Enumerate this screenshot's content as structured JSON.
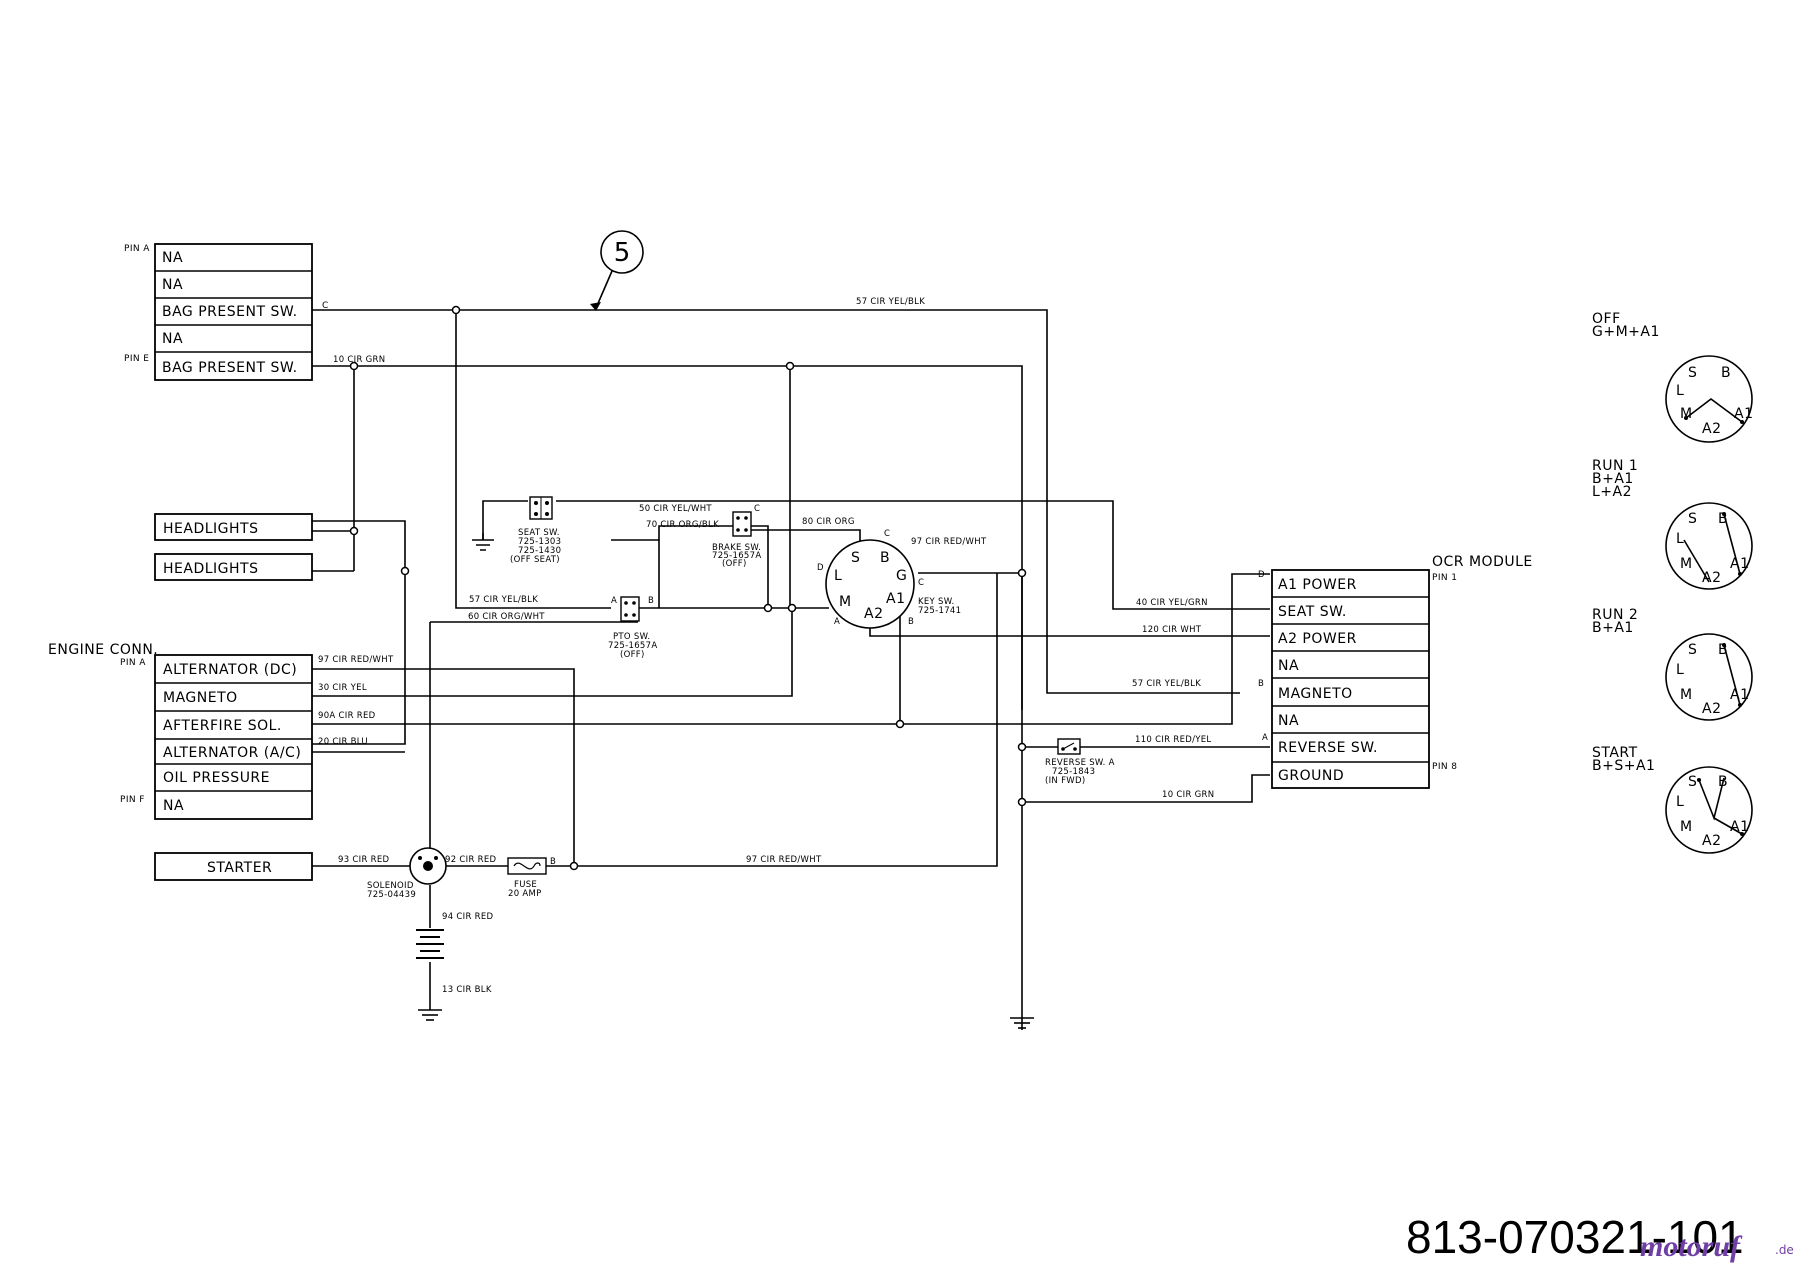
{
  "callout": "5",
  "part_number": "813-070321-101",
  "watermark": {
    "text": "motoruf",
    "suffix": ".de",
    "color": "#6f3fa6"
  },
  "top_connector": {
    "pin_a": "PIN A",
    "pin_e": "PIN E",
    "rows": [
      "NA",
      "NA",
      "BAG PRESENT SW.",
      "NA",
      "BAG PRESENT SW."
    ],
    "pin_c": "C"
  },
  "headlights": [
    "HEADLIGHTS",
    "HEADLIGHTS"
  ],
  "engine_connector": {
    "title": "ENGINE CONN.",
    "pin_a": "PIN A",
    "pin_f": "PIN F",
    "rows": [
      "ALTERNATOR (DC)",
      "MAGNETO",
      "AFTERFIRE SOL.",
      "ALTERNATOR (A/C)",
      "OIL PRESSURE",
      "NA"
    ]
  },
  "starter": "STARTER",
  "wires": {
    "w57_top": "57 CIR YEL/BLK",
    "w10_top": "10 CIR GRN",
    "w50": "50 CIR YEL/WHT",
    "w70": "70 CIR ORG/BLK",
    "w80": "80 CIR ORG",
    "w97_key": "97 CIR RED/WHT",
    "w57_pto": "57 CIR YEL/BLK",
    "w60": "60 CIR ORG/WHT",
    "w40": "40 CIR YEL/GRN",
    "w120": "120 CIR WHT",
    "w57_ocr": "57 CIR YEL/BLK",
    "w110": "110 CIR RED/YEL",
    "w10_gnd": "10 CIR GRN",
    "w97_eng": "97 CIR RED/WHT",
    "w30": "30 CIR YEL",
    "w90a": "90A CIR RED",
    "w20": "20 CIR BLU",
    "w93": "93 CIR RED",
    "w92": "92 CIR RED",
    "w97_bottom": "97 CIR RED/WHT",
    "w94": "94 CIR RED",
    "w13": "13 CIR BLK"
  },
  "components": {
    "seat_sw": [
      "SEAT SW.",
      "725-1303",
      "725-1430",
      "(OFF SEAT)"
    ],
    "brake_sw": [
      "BRAKE SW.",
      "725-1657A",
      "(OFF)"
    ],
    "pto_sw": [
      "PTO SW.",
      "725-1657A",
      "(OFF)"
    ],
    "key_sw": [
      "KEY SW.",
      "725-1741"
    ],
    "reverse_sw": [
      "REVERSE SW. A",
      "725-1843",
      "(IN FWD)"
    ],
    "solenoid": [
      "SOLENOID",
      "725-04439"
    ],
    "fuse": [
      "FUSE",
      "20 AMP"
    ]
  },
  "pin_letters": {
    "brake_c": "C",
    "pto_a": "A",
    "pto_b": "B",
    "key_d": "D",
    "key_c_top": "C",
    "key_c_right": "C",
    "key_a": "A",
    "key_b": "B",
    "ocr_d": "D",
    "ocr_b": "B",
    "ocr_a": "A",
    "fuse_b": "B"
  },
  "key_terminals": [
    "S",
    "B",
    "L",
    "G",
    "M",
    "A1",
    "A2"
  ],
  "ocr_module": {
    "title": "OCR MODULE",
    "pin_1": "PIN 1",
    "pin_8": "PIN 8",
    "rows": [
      "A1 POWER",
      "SEAT SW.",
      "A2 POWER",
      "NA",
      "MAGNETO",
      "NA",
      "REVERSE SW.",
      "GROUND"
    ]
  },
  "key_positions": [
    {
      "lines": [
        "OFF",
        "G+M+A1"
      ]
    },
    {
      "lines": [
        "RUN 1",
        "B+A1",
        "L+A2"
      ]
    },
    {
      "lines": [
        "RUN 2",
        "B+A1"
      ]
    },
    {
      "lines": [
        "START",
        "B+S+A1"
      ]
    }
  ]
}
